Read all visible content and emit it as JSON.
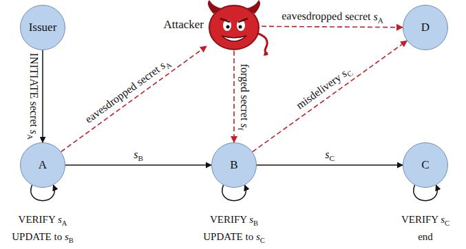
{
  "diagram": {
    "nodes": [
      {
        "text": [
          "Issuer"
        ]
      },
      {
        "text": [
          "Attacker"
        ]
      },
      {
        "text": [
          "D"
        ]
      },
      {
        "text": [
          "A"
        ]
      },
      {
        "text": [
          "B"
        ]
      },
      {
        "text": [
          "C"
        ]
      }
    ],
    "edges": [
      {
        "from": 0,
        "to": 3,
        "arrow": "to",
        "label": "INITIATE secret sA"
      },
      {
        "from": 3,
        "to": 1,
        "arrow": "to",
        "label": "eavesdropped secret sA"
      },
      {
        "from": 1,
        "to": 2,
        "arrow": "to",
        "label": "eavesdropped secret sA"
      },
      {
        "from": 1,
        "to": 4,
        "arrow": "to",
        "label": "forged secret sf"
      },
      {
        "from": 3,
        "to": 4,
        "arrow": "to",
        "label": "sB"
      },
      {
        "from": 4,
        "to": 2,
        "arrow": "to",
        "label": "misdelivery sC"
      },
      {
        "from": 4,
        "to": 5,
        "arrow": "to",
        "label": "sC"
      },
      {
        "from": 3,
        "to": 3,
        "arrow": "to"
      },
      {
        "from": 4,
        "to": 4,
        "arrow": "to"
      },
      {
        "from": 5,
        "to": 5,
        "arrow": "to"
      }
    ],
    "labels": [
      "VERIFY sA",
      "UPDATE to sB",
      "VERIFY sB",
      "UPDATE to sC",
      "VERIFY sC",
      "end"
    ]
  }
}
